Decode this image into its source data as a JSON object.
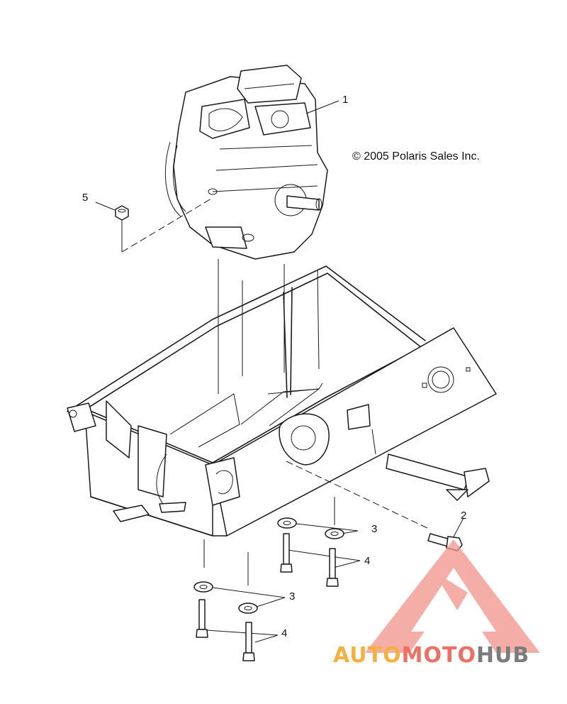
{
  "copyright": "© 2005 Polaris Sales Inc.",
  "callouts": {
    "c1": "1",
    "c2": "2",
    "c3a": "3",
    "c3b": "3",
    "c4a": "4",
    "c4b": "4",
    "c5": "5"
  },
  "watermark": {
    "part1": "AUTO",
    "part2": "MOTO",
    "part3": "HUB",
    "colors": {
      "auto": "#f5b041",
      "moto": "#ec7063",
      "hub": "#7b7d7d",
      "logo": "#f1948a"
    }
  }
}
